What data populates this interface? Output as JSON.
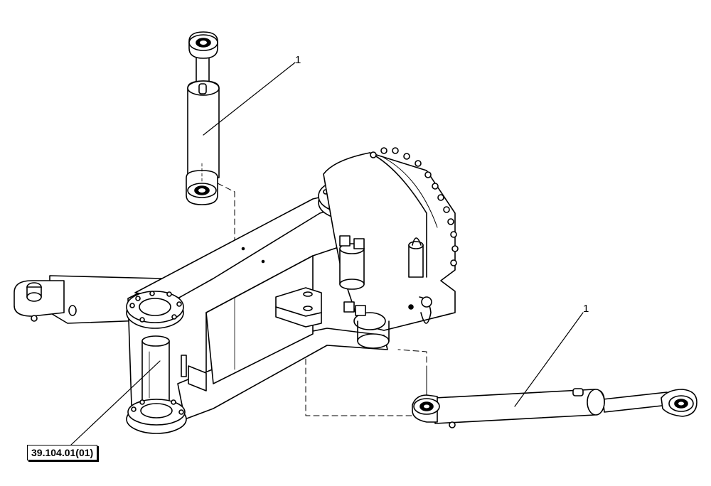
{
  "callouts": {
    "item_upper_cylinder": "1",
    "item_lower_cylinder": "1"
  },
  "reference": {
    "label": "39.104.01(01)"
  }
}
